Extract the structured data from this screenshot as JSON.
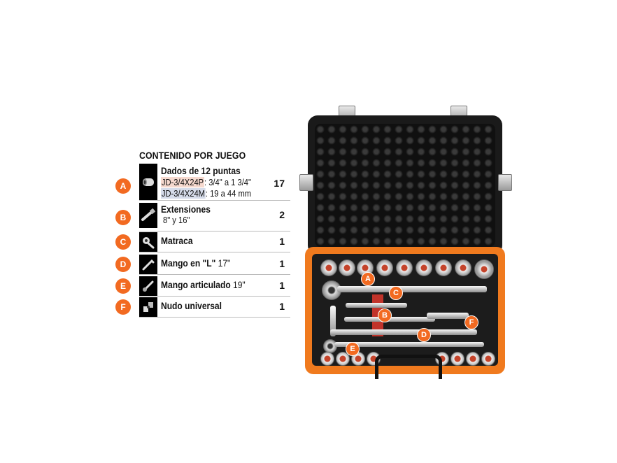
{
  "table": {
    "title": "CONTENIDO POR JUEGO",
    "rows": [
      {
        "letter": "A",
        "name": "Dados de 12 puntas",
        "code1": "JD-3/4X24P",
        "range1": ": 3/4\" a 1 3/4\"",
        "code2": "JD-3/4X24M",
        "range2": ": 19 a 44 mm",
        "qty": "17",
        "icon": "socket-icon"
      },
      {
        "letter": "B",
        "name": "Extensiones",
        "sub": "8\" y 16\"",
        "qty": "2",
        "icon": "extension-icon"
      },
      {
        "letter": "C",
        "name": "Matraca",
        "qty": "1",
        "icon": "ratchet-icon"
      },
      {
        "letter": "D",
        "name": "Mango en \"L\"",
        "sub_inline": "17\"",
        "qty": "1",
        "icon": "l-handle-icon"
      },
      {
        "letter": "E",
        "name": "Mango articulado",
        "sub_inline": "19\"",
        "qty": "1",
        "icon": "breaker-bar-icon"
      },
      {
        "letter": "F",
        "name": "Nudo universal",
        "qty": "1",
        "icon": "universal-joint-icon"
      }
    ]
  },
  "case_labels": [
    "A",
    "B",
    "C",
    "D",
    "E",
    "F"
  ],
  "colors": {
    "accent": "#f26a21",
    "case_orange": "#f07a1e",
    "foam": "#1a1a1a"
  }
}
